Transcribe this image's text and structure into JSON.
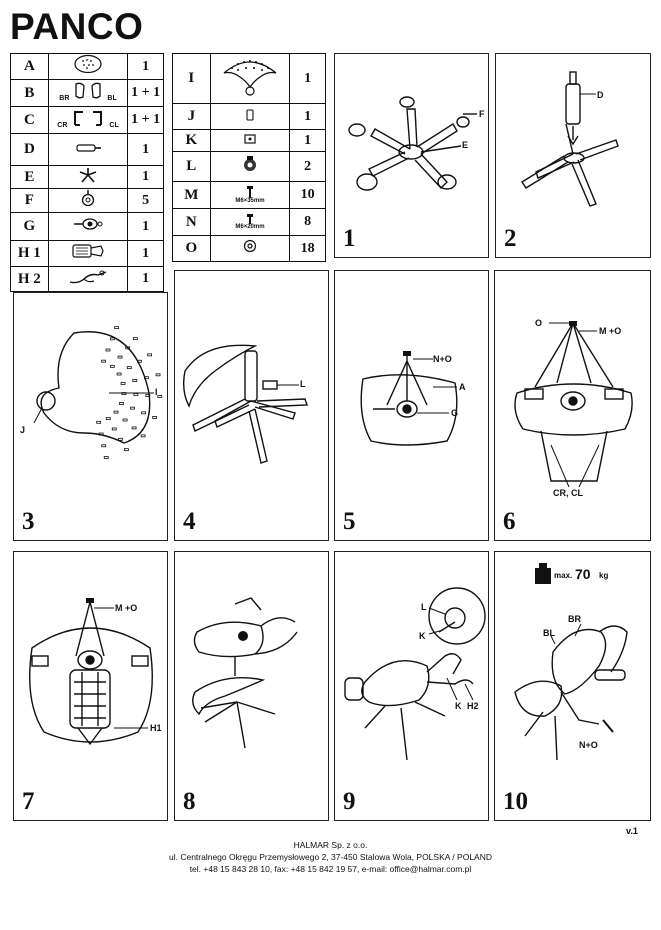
{
  "title": "PANCO",
  "parts_left": [
    {
      "label": "A",
      "qty": "1"
    },
    {
      "label": "B",
      "qty": "1 + 1",
      "tags": [
        "BR",
        "BL"
      ]
    },
    {
      "label": "C",
      "qty": "1 + 1",
      "tags": [
        "CR",
        "CL"
      ]
    },
    {
      "label": "D",
      "qty": "1"
    },
    {
      "label": "E",
      "qty": "1"
    },
    {
      "label": "F",
      "qty": "5"
    },
    {
      "label": "G",
      "qty": "1"
    },
    {
      "label": "H 1",
      "qty": "1"
    },
    {
      "label": "H 2",
      "qty": "1"
    }
  ],
  "parts_right": [
    {
      "label": "I",
      "qty": "1"
    },
    {
      "label": "J",
      "qty": "1"
    },
    {
      "label": "K",
      "qty": "1"
    },
    {
      "label": "L",
      "qty": "2"
    },
    {
      "label": "M",
      "qty": "10",
      "size": "M6×35mm"
    },
    {
      "label": "N",
      "qty": "8",
      "size": "M6×20mm"
    },
    {
      "label": "O",
      "qty": "18"
    }
  ],
  "steps": [
    {
      "number": "1",
      "callouts": [
        "F",
        "E"
      ]
    },
    {
      "number": "2",
      "callouts": [
        "D"
      ]
    },
    {
      "number": "3",
      "callouts": [
        "I",
        "J"
      ]
    },
    {
      "number": "4",
      "callouts": [
        "L"
      ]
    },
    {
      "number": "5",
      "callouts": [
        "N+O",
        "A",
        "G"
      ]
    },
    {
      "number": "6",
      "callouts": [
        "O",
        "M +O",
        "CR, CL"
      ]
    },
    {
      "number": "7",
      "callouts": [
        "M +O",
        "H1"
      ]
    },
    {
      "number": "8",
      "callouts": []
    },
    {
      "number": "9",
      "callouts": [
        "L",
        "K",
        "K",
        "H2"
      ]
    },
    {
      "number": "10",
      "callouts": [
        "BR",
        "BL",
        "N+O"
      ]
    }
  ],
  "max_weight": {
    "prefix": "max.",
    "value": "70",
    "unit": "kg"
  },
  "version": "v.1",
  "footer": {
    "company": "HALMAR Sp. z o.o.",
    "address": "ul. Centralnego Okręgu Przemysłowego 2, 37-450 Stalowa Wola, POLSKA / POLAND",
    "contact": "tel. +48 15 843 28 10, fax: +48 15 842 19 57, e-mail: office@halmar.com.pl"
  }
}
